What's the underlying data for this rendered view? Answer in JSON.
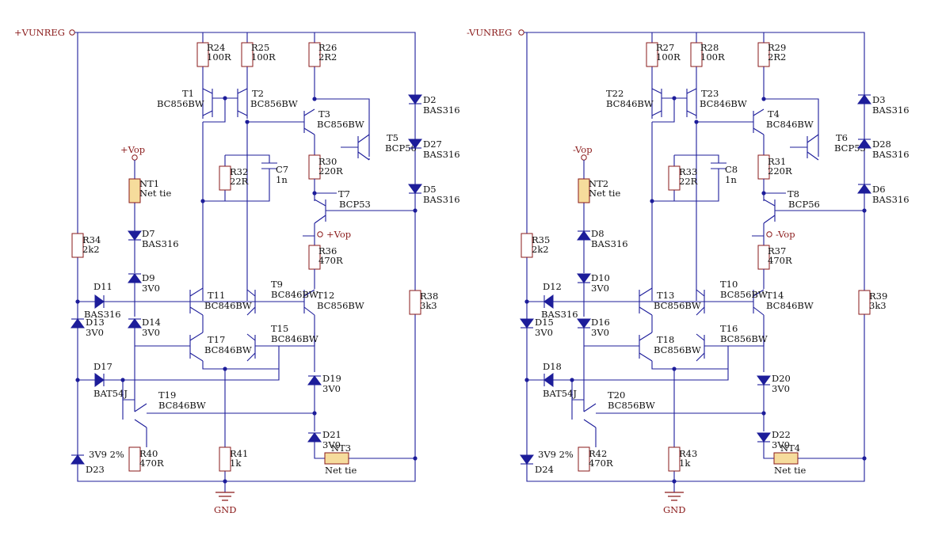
{
  "rails": {
    "pos": "+VUNREG",
    "neg": "-VUNREG",
    "gnd": "GND",
    "vop_pos": "+Vop",
    "vop_neg": "-Vop"
  },
  "left": {
    "R24": [
      "R24",
      "100R"
    ],
    "R25": [
      "R25",
      "100R"
    ],
    "R26": [
      "R26",
      "2R2"
    ],
    "T1": [
      "T1",
      "BC856BW"
    ],
    "T2": [
      "T2",
      "BC856BW"
    ],
    "T3": [
      "T3",
      "BC856BW"
    ],
    "T5": [
      "T5",
      "BCP56"
    ],
    "D2": [
      "D2",
      "BAS316"
    ],
    "D27": [
      "D27",
      "BAS316"
    ],
    "D5": [
      "D5",
      "BAS316"
    ],
    "NT1": [
      "NT1",
      "Net tie"
    ],
    "R32": [
      "R32",
      "22R"
    ],
    "C7": [
      "C7",
      "1n"
    ],
    "R30": [
      "R30",
      "220R"
    ],
    "T7": [
      "T7",
      "BCP53"
    ],
    "R34": [
      "R34",
      "2k2"
    ],
    "D7": [
      "D7",
      "BAS316"
    ],
    "R36": [
      "R36",
      "470R"
    ],
    "D9": [
      "D9",
      "3V0"
    ],
    "D11": [
      "D11",
      "BAS316"
    ],
    "T11": [
      "T11",
      "BC846BW"
    ],
    "T9": [
      "T9",
      "BC846BW"
    ],
    "T12": [
      "T12",
      "BC856BW"
    ],
    "R38": [
      "R38",
      "3k3"
    ],
    "D13": [
      "D13",
      "3V0"
    ],
    "D14": [
      "D14",
      "3V0"
    ],
    "T17": [
      "T17",
      "BC846BW"
    ],
    "T15": [
      "T15",
      "BC846BW"
    ],
    "D17": [
      "D17",
      "BAT54J"
    ],
    "D19": [
      "D19",
      "3V0"
    ],
    "T19": [
      "T19",
      "BC846BW"
    ],
    "D21": [
      "D21",
      "3V0"
    ],
    "NT3": [
      "NT3",
      "Net tie"
    ],
    "D23": [
      "D23",
      "3V9 2%"
    ],
    "R40": [
      "R40",
      "470R"
    ],
    "R41": [
      "R41",
      "1k"
    ]
  },
  "right": {
    "R27": [
      "R27",
      "100R"
    ],
    "R28": [
      "R28",
      "100R"
    ],
    "R29": [
      "R29",
      "2R2"
    ],
    "T22": [
      "T22",
      "BC846BW"
    ],
    "T23": [
      "T23",
      "BC846BW"
    ],
    "T4": [
      "T4",
      "BC846BW"
    ],
    "T6": [
      "T6",
      "BCP53"
    ],
    "D3": [
      "D3",
      "BAS316"
    ],
    "D28": [
      "D28",
      "BAS316"
    ],
    "D6": [
      "D6",
      "BAS316"
    ],
    "NT2": [
      "NT2",
      "Net tie"
    ],
    "R33": [
      "R33",
      "22R"
    ],
    "C8": [
      "C8",
      "1n"
    ],
    "R31": [
      "R31",
      "220R"
    ],
    "T8": [
      "T8",
      "BCP56"
    ],
    "R35": [
      "R35",
      "2k2"
    ],
    "D8": [
      "D8",
      "BAS316"
    ],
    "R37": [
      "R37",
      "470R"
    ],
    "D10": [
      "D10",
      "3V0"
    ],
    "D12": [
      "D12",
      "BAS316"
    ],
    "T13": [
      "T13",
      "BC856BW"
    ],
    "T10": [
      "T10",
      "BC856BW"
    ],
    "T14": [
      "T14",
      "BC846BW"
    ],
    "R39": [
      "R39",
      "3k3"
    ],
    "D15": [
      "D15",
      "3V0"
    ],
    "D16": [
      "D16",
      "3V0"
    ],
    "T18": [
      "T18",
      "BC856BW"
    ],
    "T16": [
      "T16",
      "BC856BW"
    ],
    "D18": [
      "D18",
      "BAT54J"
    ],
    "D20": [
      "D20",
      "3V0"
    ],
    "T20": [
      "T20",
      "BC856BW"
    ],
    "D22": [
      "D22",
      "3V0"
    ],
    "NT4": [
      "NT4",
      "Net tie"
    ],
    "D24": [
      "D24",
      "3V9 2%"
    ],
    "R42": [
      "R42",
      "470R"
    ],
    "R43": [
      "R43",
      "1k"
    ]
  }
}
